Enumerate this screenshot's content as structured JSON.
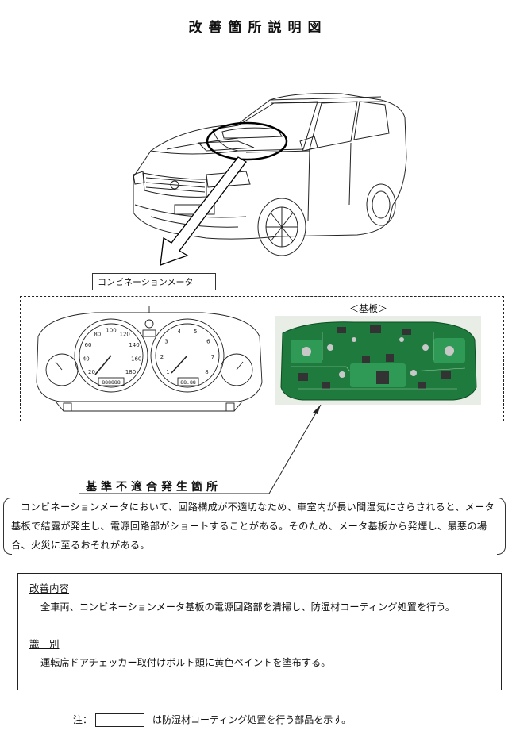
{
  "title": "改善箇所説明図",
  "meter_label": "コンビネーションメータ",
  "board_label": "＜基板＞",
  "defect": {
    "heading": "基準不適合発生箇所",
    "text": "コンビネーションメータにおいて、回路構成が不適切なため、車室内が長い間湿気にさらされると、メータ基板で結露が発生し、電源回路部がショートすることがある。そのため、メータ基板から発煙し、最悪の場合、火災に至るおそれがある。"
  },
  "improvement": {
    "heading": "改善内容",
    "text": "全車両、コンビネーションメータ基板の電源回路部を清掃し、防湿材コーティング処置を行う。"
  },
  "identification": {
    "heading": "識　別",
    "text": "運転席ドアチェッカー取付けボルト頭に黄色ペイントを塗布する。"
  },
  "note": {
    "prefix": "注：",
    "text": "は防湿材コーティング処置を行う部品を示す。"
  },
  "cluster": {
    "speed_ticks": [
      "20",
      "40",
      "60",
      "80",
      "100",
      "120",
      "140",
      "160",
      "180"
    ],
    "rpm_ticks": [
      "1",
      "2",
      "3",
      "4",
      "5",
      "6",
      "7",
      "8"
    ],
    "odometer": "888888",
    "trip": "88.88"
  }
}
